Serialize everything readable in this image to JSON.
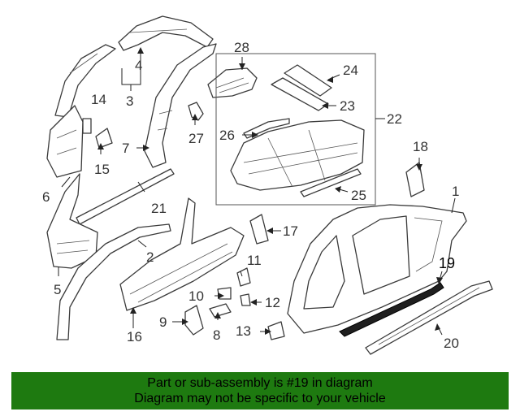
{
  "banner": {
    "line1": "Part or sub-assembly is #19 in diagram",
    "line2": "Diagram may not be specific to your vehicle",
    "background": "#1e7a10"
  },
  "highlight_part": "19",
  "callouts": {
    "c1": "1",
    "c2": "2",
    "c3": "3",
    "c4": "4",
    "c5": "5",
    "c6": "6",
    "c7": "7",
    "c8": "8",
    "c9": "9",
    "c10": "10",
    "c11": "11",
    "c12": "12",
    "c13": "13",
    "c14": "14",
    "c15": "15",
    "c16": "16",
    "c17": "17",
    "c18": "18",
    "c19": "19",
    "c20": "20",
    "c21": "21",
    "c22": "22",
    "c23": "23",
    "c24": "24",
    "c25": "25",
    "c26": "26",
    "c27": "27",
    "c28": "28"
  }
}
